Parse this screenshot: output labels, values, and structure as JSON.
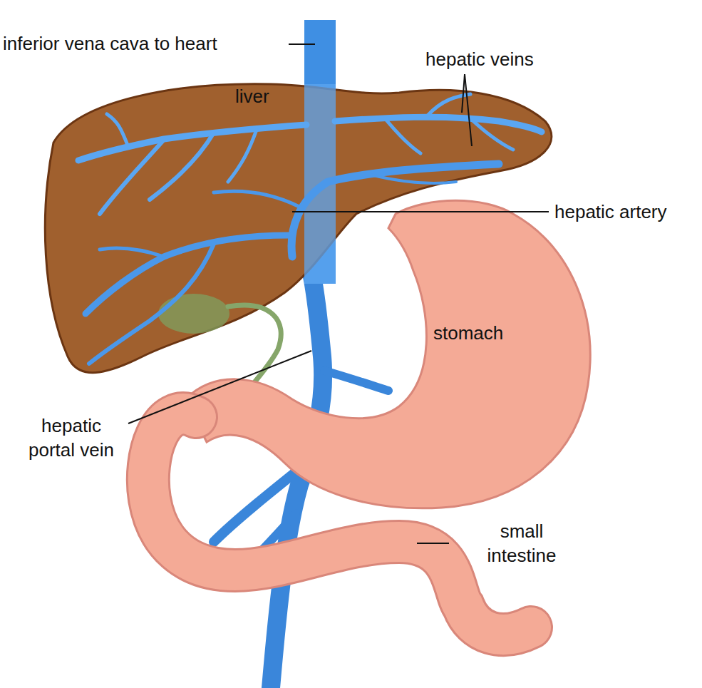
{
  "diagram": {
    "labels": [
      "inferior vena cava to heart",
      "liver",
      "hepatic veins",
      "hepatic artery",
      "stomach",
      "hepatic portal vein",
      "small intestine"
    ]
  }
}
